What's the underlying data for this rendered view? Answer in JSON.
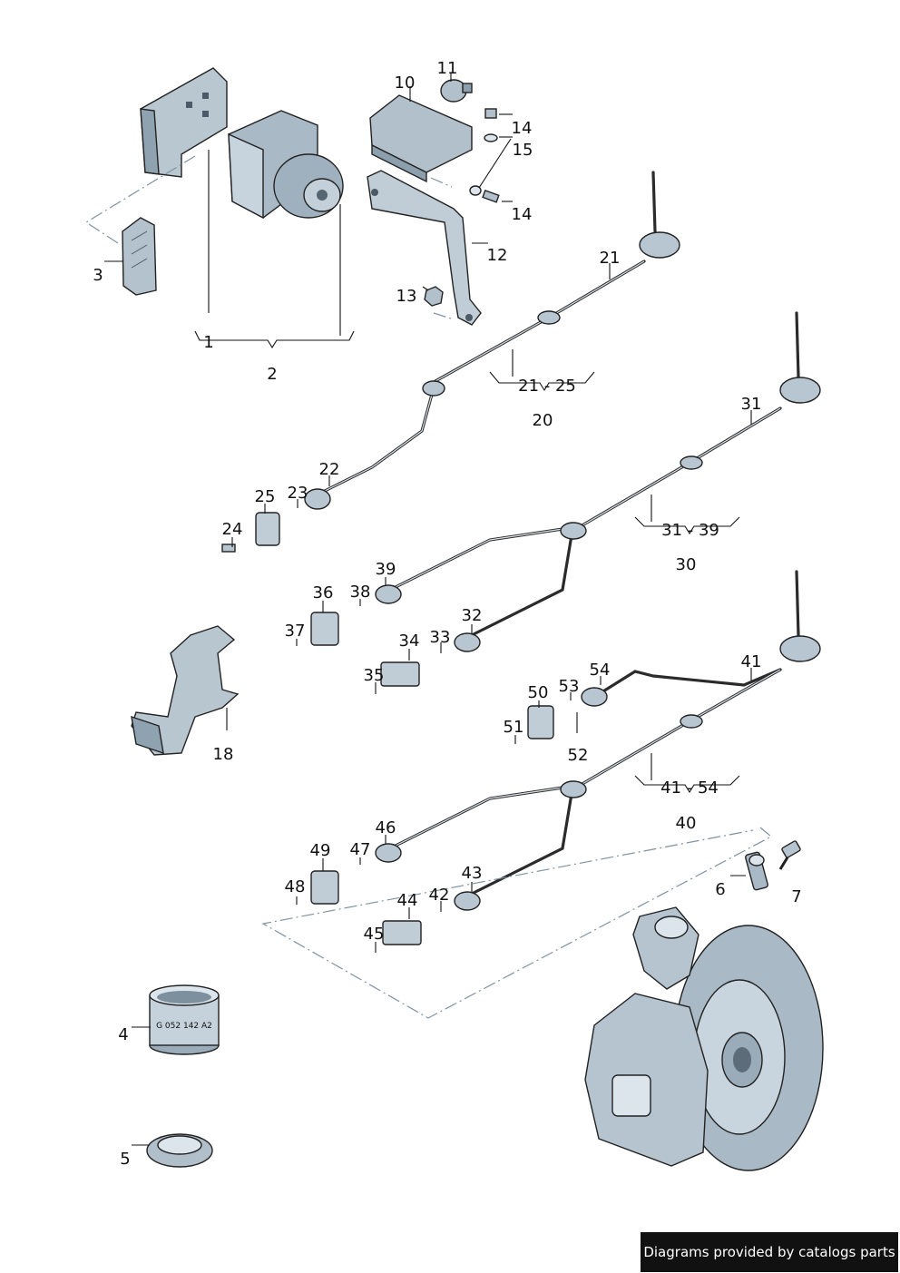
{
  "callouts": {
    "c1": "1",
    "c2": "2",
    "c3": "3",
    "c4": "4",
    "c5": "5",
    "c6": "6",
    "c7": "7",
    "c10": "10",
    "c11": "11",
    "c12": "12",
    "c13": "13",
    "c14a": "14",
    "c14b": "14",
    "c15": "15",
    "c18": "18",
    "c20": "20",
    "c21": "21",
    "c21_25": "21 - 25",
    "c22": "22",
    "c23": "23",
    "c24": "24",
    "c25": "25",
    "c30": "30",
    "c31": "31",
    "c31_39": "31 - 39",
    "c32": "32",
    "c33": "33",
    "c34": "34",
    "c35": "35",
    "c36": "36",
    "c37": "37",
    "c38": "38",
    "c39": "39",
    "c40": "40",
    "c41": "41",
    "c41_54": "41 - 54",
    "c42": "42",
    "c43": "43",
    "c44": "44",
    "c45": "45",
    "c46": "46",
    "c47": "47",
    "c48": "48",
    "c49": "49",
    "c50": "50",
    "c51": "51",
    "c52": "52",
    "c53": "53",
    "c54": "54"
  },
  "ring_marking": "G 052 142 A2",
  "footer_text": "Diagrams provided by catalogs parts",
  "colors": {
    "part_fill": "#aebdc8",
    "part_dark": "#7d909e",
    "part_light": "#dce5ec",
    "footer_bg": "#111111"
  }
}
